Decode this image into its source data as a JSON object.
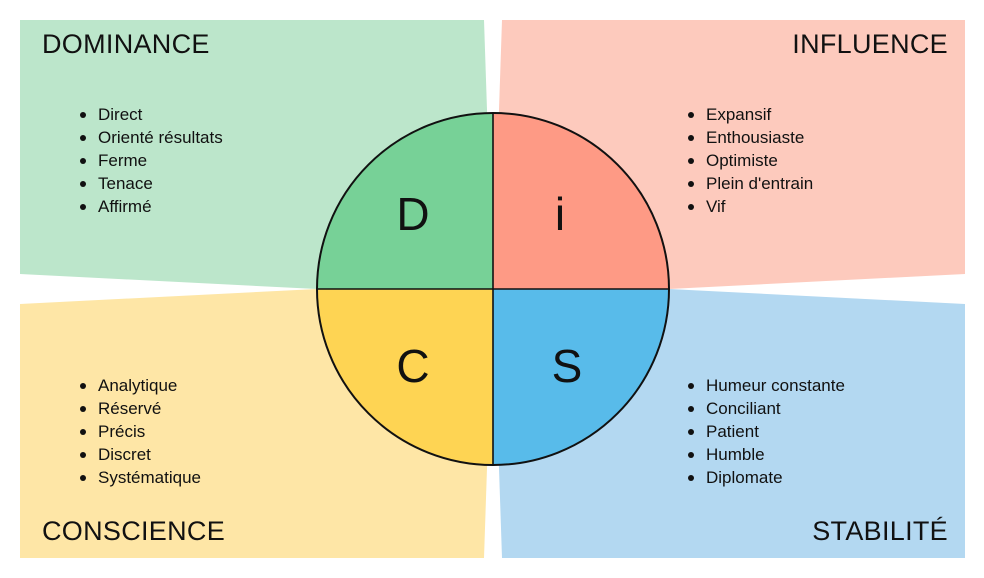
{
  "quadrants": {
    "dominance": {
      "title": "DOMINANCE",
      "letter": "D",
      "traits": [
        "Direct",
        "Orienté résultats",
        "Ferme",
        "Tenace",
        "Affirmé"
      ],
      "panel_color": "#bce6cb",
      "circle_color": "#77d197"
    },
    "influence": {
      "title": "INFLUENCE",
      "letter": "i",
      "traits": [
        "Expansif",
        "Enthousiaste",
        "Optimiste",
        "Plein d'entrain",
        "Vif"
      ],
      "panel_color": "#fdcabd",
      "circle_color": "#fe9a85"
    },
    "conscience": {
      "title": "CONSCIENCE",
      "letter": "C",
      "traits": [
        "Analytique",
        "Réservé",
        "Précis",
        "Discret",
        "Systématique"
      ],
      "panel_color": "#fee6a6",
      "circle_color": "#fed453"
    },
    "stabilite": {
      "title": "STABILITÉ",
      "letter": "S",
      "traits": [
        "Humeur constante",
        "Conciliant",
        "Patient",
        "Humble",
        "Diplomate"
      ],
      "panel_color": "#b3d8f1",
      "circle_color": "#58bbea"
    }
  }
}
